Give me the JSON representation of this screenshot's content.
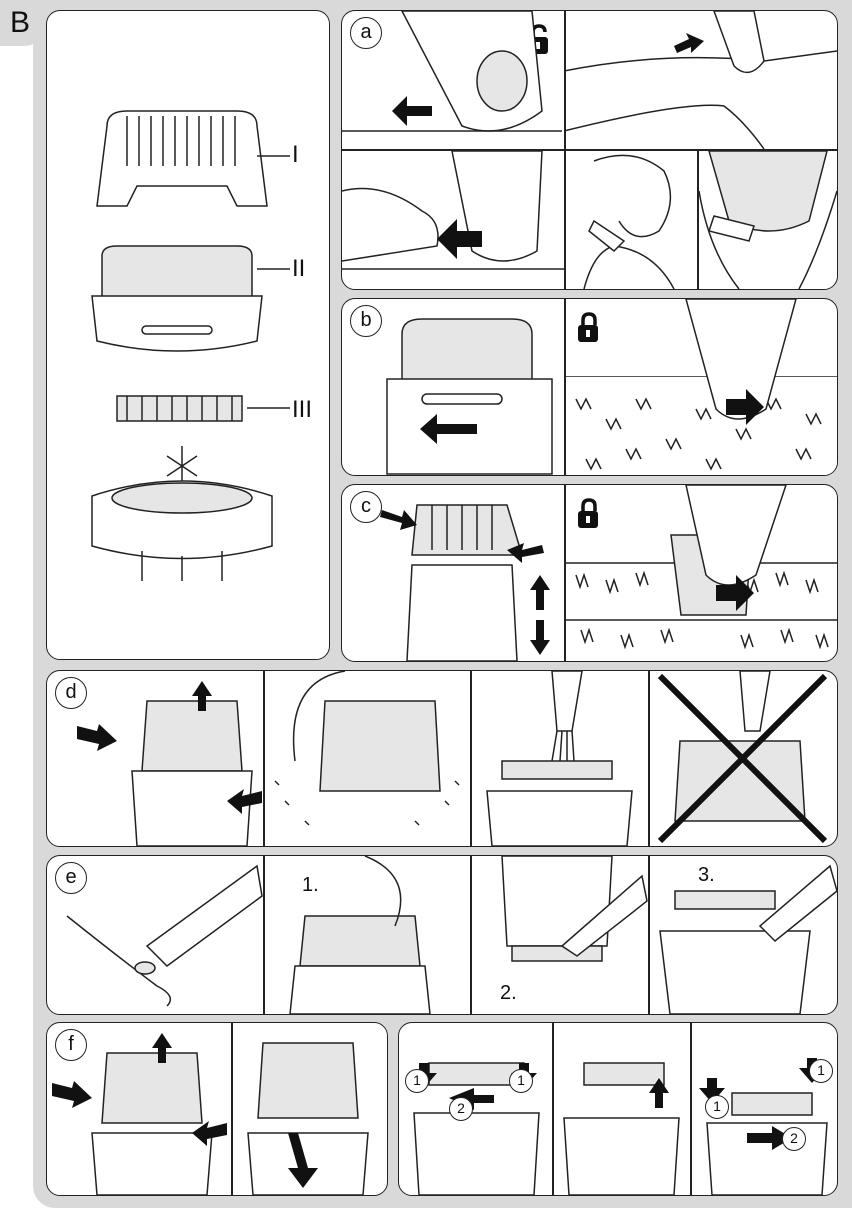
{
  "section": {
    "letter": "B"
  },
  "parts": {
    "label_1": "I",
    "label_2": "II",
    "label_3": "III"
  },
  "steps": {
    "a": "a",
    "b": "b",
    "c": "c",
    "d": "d",
    "e": "e",
    "f": "f"
  },
  "step_e": {
    "n1": "1.",
    "n2": "2.",
    "n3": "3."
  },
  "step_f": {
    "c1": "1",
    "c2": "2"
  },
  "icons": {
    "unlocked": "unlock-icon",
    "locked": "lock-icon"
  }
}
